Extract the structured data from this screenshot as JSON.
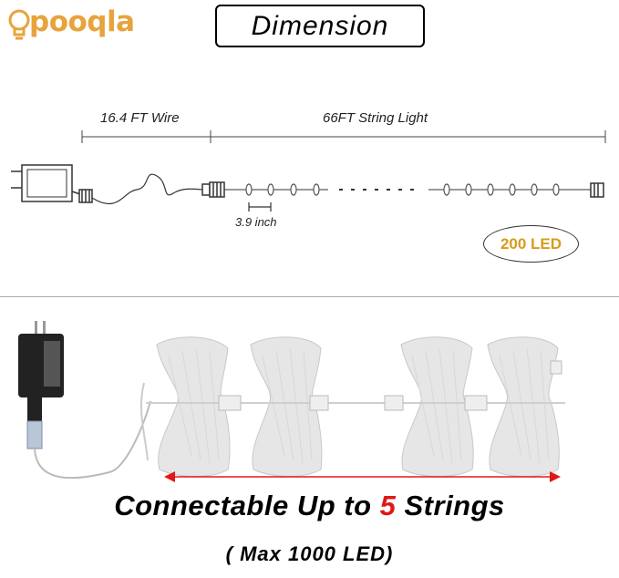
{
  "brand": {
    "logo_text": "pooqla",
    "accent_color": "#e7a33c"
  },
  "title": "Dimension",
  "diagram": {
    "wire_label": "16.4 FT Wire",
    "string_label": "66FT String Light",
    "spacing_label": "3.9 inch",
    "led_badge": "200 LED",
    "led_badge_color": "#d99a1d"
  },
  "connect": {
    "prefix": "Connectable Up to ",
    "count": "5",
    "suffix": " Strings",
    "count_color": "#e01818",
    "max_text": "( Max 1000 LED)"
  },
  "icons": [
    "light-bulb-icon",
    "power-adapter-icon",
    "led-bulb-icon",
    "connector-icon",
    "red-arrow-icon"
  ]
}
